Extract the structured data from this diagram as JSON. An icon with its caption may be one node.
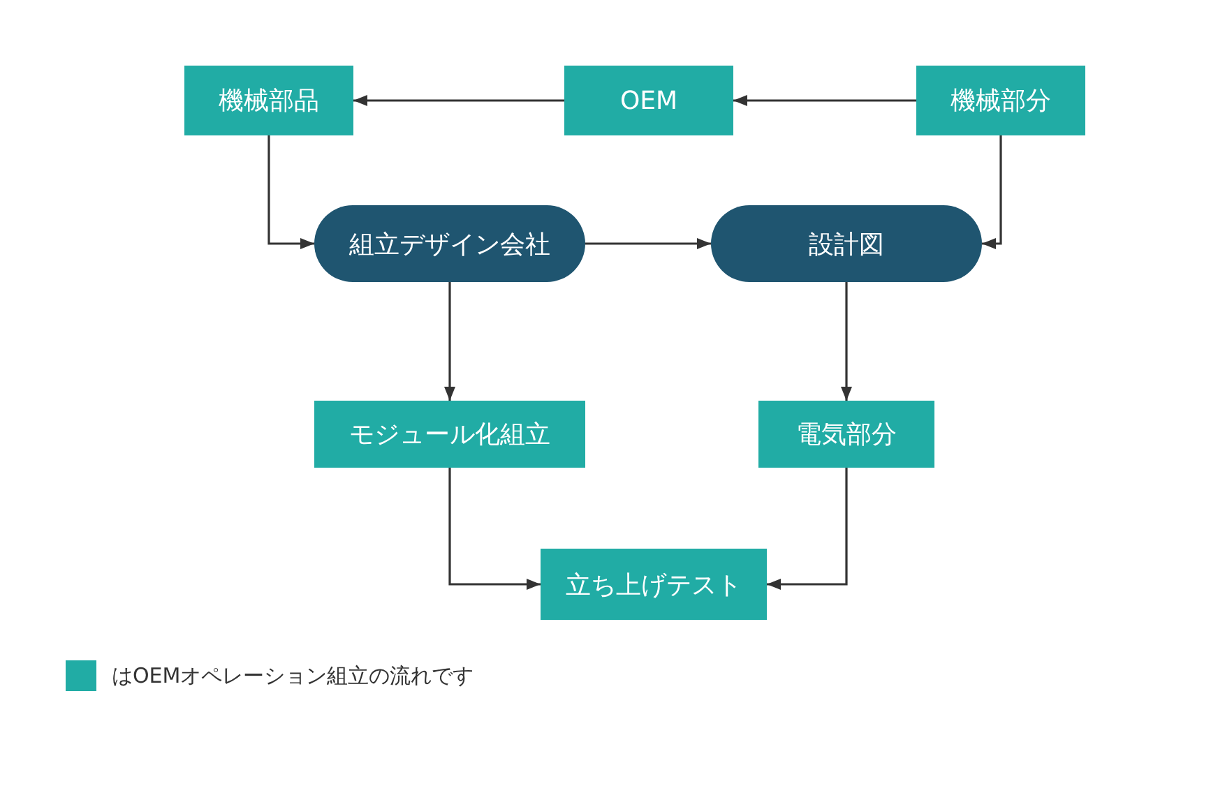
{
  "diagram": {
    "nodes": [
      {
        "text": [
          "機械部品"
        ]
      },
      {
        "text": [
          "OEM"
        ]
      },
      {
        "text": [
          "機械部分"
        ]
      },
      {
        "text": [
          "組立デザイン会社"
        ]
      },
      {
        "text": [
          "設計図"
        ]
      },
      {
        "text": [
          "モジュール化組立"
        ]
      },
      {
        "text": [
          "電気部分"
        ]
      },
      {
        "text": [
          "立ち上げテスト"
        ]
      }
    ],
    "edges": [
      {
        "from": 2,
        "to": 1,
        "arrow": "to"
      },
      {
        "from": 1,
        "to": 0,
        "arrow": "to"
      },
      {
        "from": 0,
        "to": 3,
        "arrow": "to"
      },
      {
        "from": 3,
        "to": 4,
        "arrow": "to"
      },
      {
        "from": 2,
        "to": 4,
        "arrow": "to"
      },
      {
        "from": 3,
        "to": 5,
        "arrow": "to"
      },
      {
        "from": 4,
        "to": 6,
        "arrow": "to"
      },
      {
        "from": 5,
        "to": 7,
        "arrow": "to"
      },
      {
        "from": 6,
        "to": 7,
        "arrow": "to"
      }
    ],
    "legend": [
      {
        "text": "はOEMオペレーション組立の流れです",
        "color": "#21aca5"
      }
    ]
  }
}
